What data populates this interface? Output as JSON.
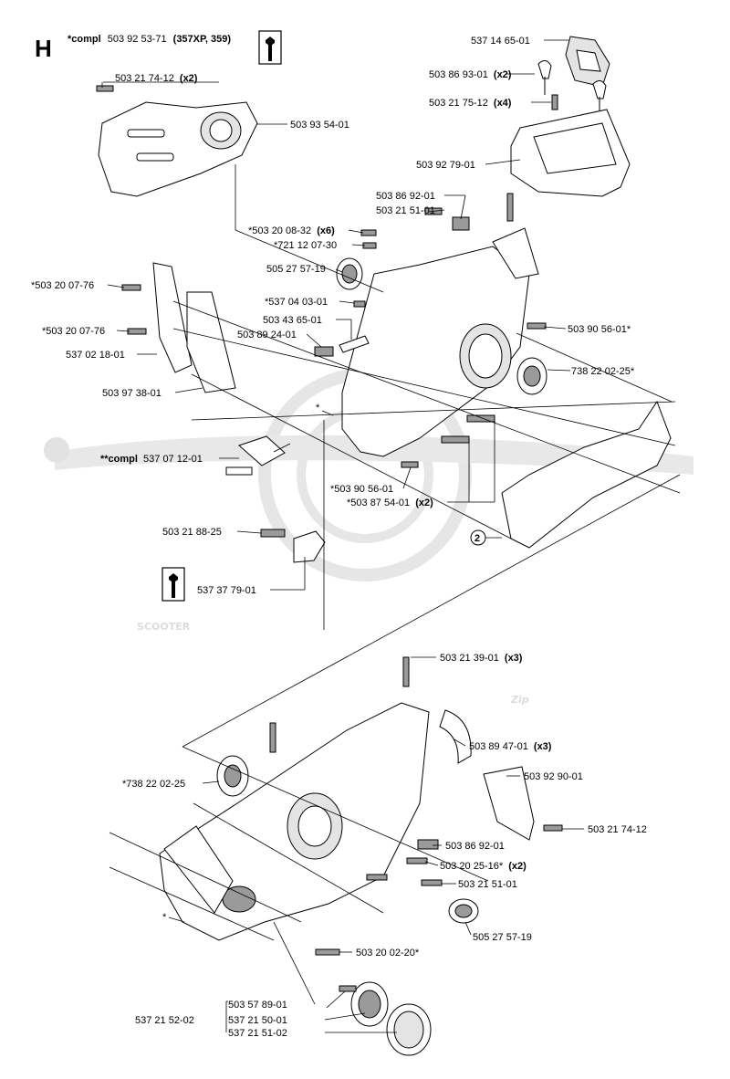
{
  "section": "H",
  "kit": {
    "prefix": "*compl",
    "number": "503 92 53-71",
    "models": "(357XP, 359)"
  },
  "watermark": {
    "brand": "SCOOTER",
    "suffix": "Zip"
  },
  "callout": "2",
  "asterisk": "*",
  "parts": {
    "p1": {
      "code": "537 14 65-01"
    },
    "p2": {
      "code": "503 86 93-01",
      "qty": "(x2)"
    },
    "p3": {
      "code": "503 21 75-12",
      "qty": "(x4)"
    },
    "p4": {
      "code": "503 21 74-12",
      "qty": "(x2)"
    },
    "p5": {
      "code": "503 93 54-01"
    },
    "p6": {
      "code": "503 92 79-01"
    },
    "p7": {
      "code": "503 86 92-01"
    },
    "p8": {
      "code": "503 21 51-01"
    },
    "p9": {
      "code": "*503 20 08-32",
      "qty": "(x6)"
    },
    "p10": {
      "code": "*721 12 07-30"
    },
    "p11": {
      "code": "505 27 57-19"
    },
    "p12": {
      "code": "*503 20 07-76"
    },
    "p13": {
      "code": "*537 04 03-01"
    },
    "p14": {
      "code": "503 43 65-01"
    },
    "p15": {
      "code": "*503 20 07-76"
    },
    "p16": {
      "code": "503 89 24-01"
    },
    "p17": {
      "code": "503 90 56-01*"
    },
    "p18": {
      "code": "537 02 18-01"
    },
    "p19": {
      "code": "738 22 02-25*"
    },
    "p20": {
      "code": "503 97 38-01"
    },
    "p21": {
      "prefix": "**compl",
      "code": "537 07 12-01"
    },
    "p22": {
      "code": "*503 90 56-01"
    },
    "p23": {
      "code": "*503 87 54-01",
      "qty": "(x2)"
    },
    "p24": {
      "code": "503 21 88-25"
    },
    "p25": {
      "code": "537 37 79-01"
    },
    "p26": {
      "code": "503 21 39-01",
      "qty": "(x3)"
    },
    "p27": {
      "code": "503 89 47-01",
      "qty": "(x3)"
    },
    "p28": {
      "code": "503 92 90-01"
    },
    "p29": {
      "code": "*738 22 02-25"
    },
    "p30": {
      "code": "503 21 74-12"
    },
    "p31": {
      "code": "503 86 92-01"
    },
    "p32": {
      "code": "503 20 25-16*",
      "qty": "(x2)"
    },
    "p33": {
      "code": "503 21 51-01"
    },
    "p34": {
      "code": "505 27 57-19"
    },
    "p35": {
      "code": "503 20 02-20*"
    },
    "p36": {
      "code": "503 57 89-01"
    },
    "p37": {
      "code": "537 21 52-02"
    },
    "p38": {
      "code": "537 21 50-01"
    },
    "p39": {
      "code": "537 21 51-02"
    }
  }
}
